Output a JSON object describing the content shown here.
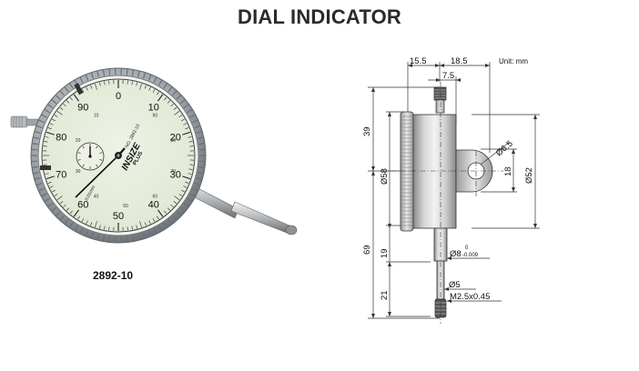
{
  "title": "DIAL INDICATOR",
  "model": "2892-10",
  "photo": {
    "brand": "INSIZE",
    "brand_sub": "PLUS",
    "dial_model": "NO. 2892-10",
    "resolution": "0.01mm",
    "outer_numbers": [
      "0",
      "10",
      "20",
      "30",
      "40",
      "50",
      "60",
      "70",
      "80",
      "90"
    ],
    "inner_numbers": [
      "90",
      "80",
      "70",
      "60",
      "50",
      "40",
      "30",
      "20",
      "10"
    ]
  },
  "drawing": {
    "unit": "Unit: mm",
    "dims": {
      "d155": "15.5",
      "d185": "18.5",
      "d75": "7.5",
      "d39": "39",
      "d58": "Ø58",
      "d65": "Ø6.5",
      "d18": "18",
      "d52": "Ø52",
      "d69": "69",
      "d19": "19",
      "d8": "Ø8",
      "d8_tol_top": "0",
      "d8_tol_bot": "-0.009",
      "d5": "Ø5",
      "d21": "21",
      "thread": "M2.5x0.45"
    }
  }
}
